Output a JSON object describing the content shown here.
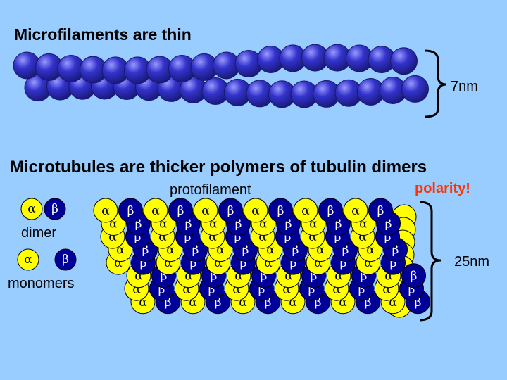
{
  "slide": {
    "title_top": "Microfilaments are thin",
    "title_bottom": "Microtubules are thicker polymers of tubulin dimers",
    "label_microfilament_width": "7nm",
    "label_microtubule_width": "25nm",
    "label_protofilament": "protofilament",
    "label_polarity": "polarity!",
    "label_dimer": "dimer",
    "label_monomers": "monomers",
    "alpha_symbol": "α",
    "beta_symbol": "β"
  },
  "colors": {
    "background": "#99ccff",
    "actin": "#3333cc",
    "alpha_tubulin": "#ffff00",
    "beta_tubulin": "#000099",
    "polarity": "#ff3300"
  }
}
